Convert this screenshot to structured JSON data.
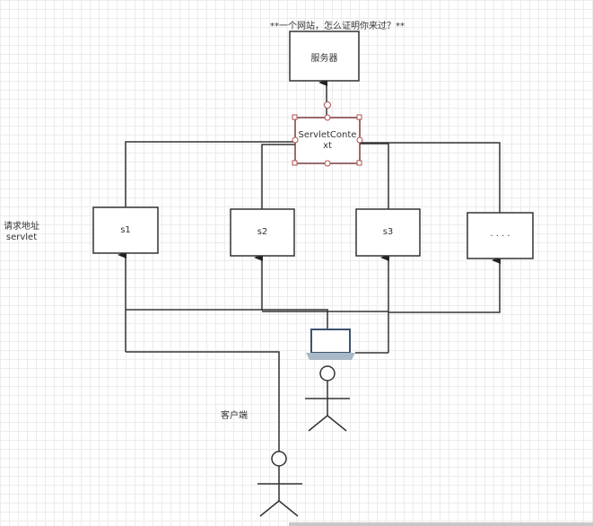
{
  "title": "**一个网站，怎么证明你来过？**",
  "server": "服务器",
  "context": {
    "line1": "ServletConte",
    "line2": "xt"
  },
  "servlets": [
    "s1",
    "s2",
    "s3",
    "· · · ·"
  ],
  "request_label": {
    "line1": "请求地址",
    "line2": "servlet"
  },
  "client_label": "客户端"
}
